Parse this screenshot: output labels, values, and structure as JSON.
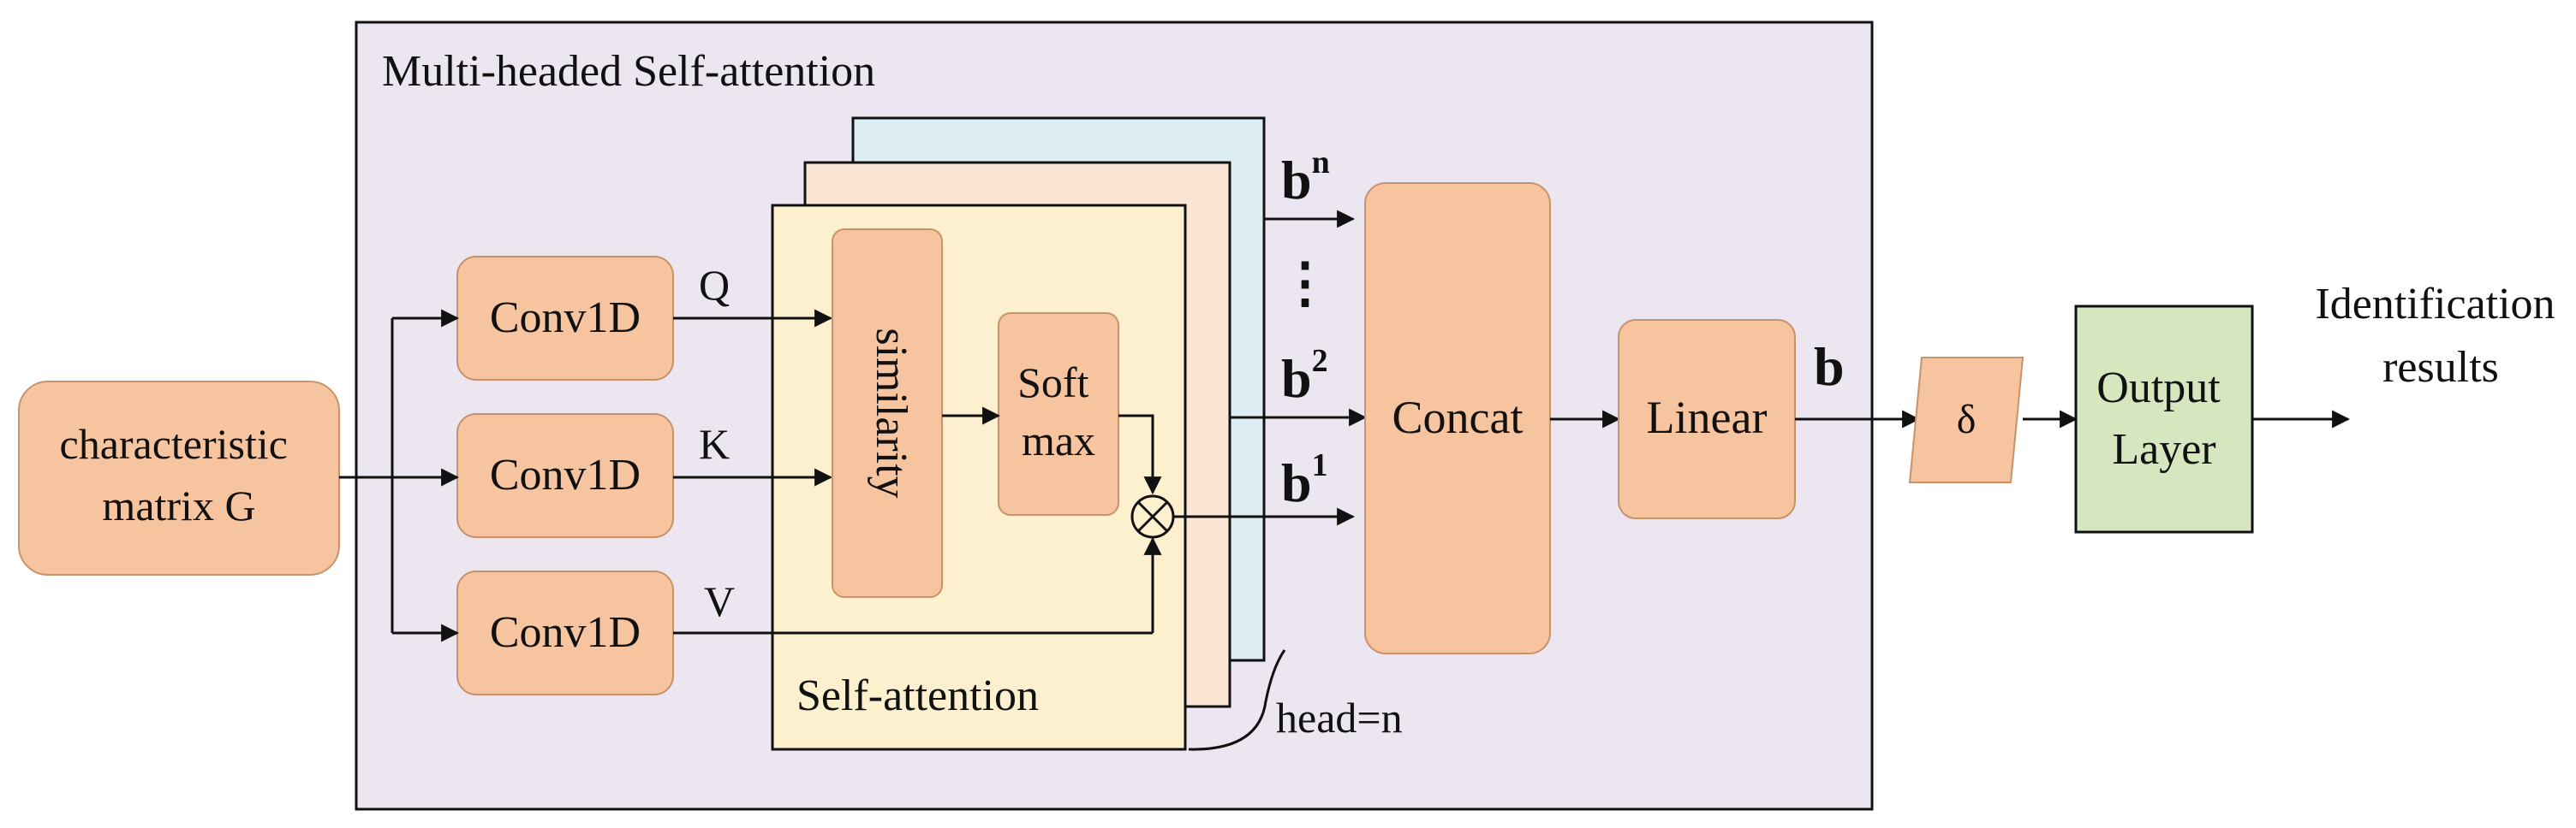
{
  "colors": {
    "outer_panel": "#ebe6ef",
    "orange_box": "#f7c4a0",
    "orange_border": "#c8926a",
    "self_attention_panel": "#fdf0cf",
    "back_panel_peach": "#fbe6d6",
    "back_panel_blue": "#dceef2",
    "output_layer": "#d6e6bf",
    "line": "#111111"
  },
  "diagram": {
    "outer_title": "Multi-headed Self-attention",
    "input_label": "characteristic matrix G",
    "conv_q": "Conv1D",
    "conv_k": "Conv1D",
    "conv_v": "Conv1D",
    "q_label": "Q",
    "k_label": "K",
    "v_label": "V",
    "similarity": "similarity",
    "softmax": "Soft max",
    "self_attention_label": "Self-attention",
    "head_label": "head=n",
    "b_n": "b",
    "b_n_sup": "n",
    "b_dots": "⋮",
    "b_2": "b",
    "b_2_sup": "2",
    "b_1": "b",
    "b_1_sup": "1",
    "concat": "Concat",
    "linear": "Linear",
    "b_out": "b",
    "delta": "δ",
    "output_layer": "Output Layer",
    "result": "Identification results"
  }
}
